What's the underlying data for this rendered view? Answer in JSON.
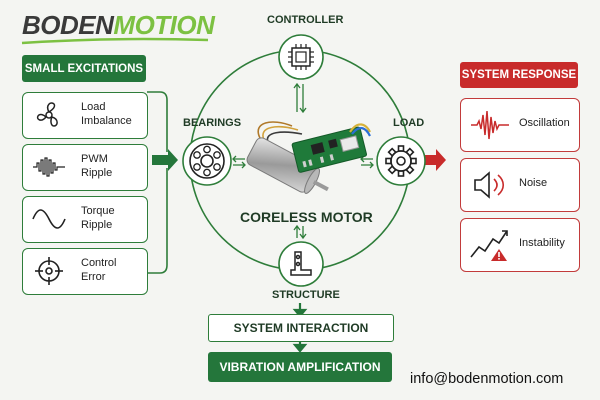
{
  "logo": {
    "part1": "BODEN",
    "part2": "MOTION"
  },
  "left_panel": {
    "title": "SMALL EXCITATIONS",
    "items": [
      {
        "label_l1": "Load",
        "label_l2": "Imbalance",
        "icon": "fan-icon"
      },
      {
        "label_l1": "PWM",
        "label_l2": "Ripple",
        "icon": "pwm-wave-icon"
      },
      {
        "label_l1": "Torque",
        "label_l2": "Ripple",
        "icon": "sine-wave-icon"
      },
      {
        "label_l1": "Control",
        "label_l2": "Error",
        "icon": "crosshair-icon"
      }
    ]
  },
  "nodes": {
    "controller": "CONTROLLER",
    "bearings": "BEARINGS",
    "load": "LOAD",
    "structure": "STRUCTURE",
    "motor": "CORELESS MOTOR"
  },
  "right_panel": {
    "title": "SYSTEM RESPONSE",
    "items": [
      {
        "label": "Oscillation",
        "icon": "oscillation-icon"
      },
      {
        "label": "Noise",
        "icon": "speaker-icon"
      },
      {
        "label": "Instability",
        "icon": "warning-chart-icon"
      }
    ]
  },
  "flow": {
    "interaction": "SYSTEM INTERACTION",
    "amplification": "VIBRATION AMPLIFICATION"
  },
  "contact": {
    "email": "info@bodenmotion.com"
  },
  "colors": {
    "green": "#24763b",
    "accent_green": "#7cc142",
    "red": "#c82b2b"
  }
}
